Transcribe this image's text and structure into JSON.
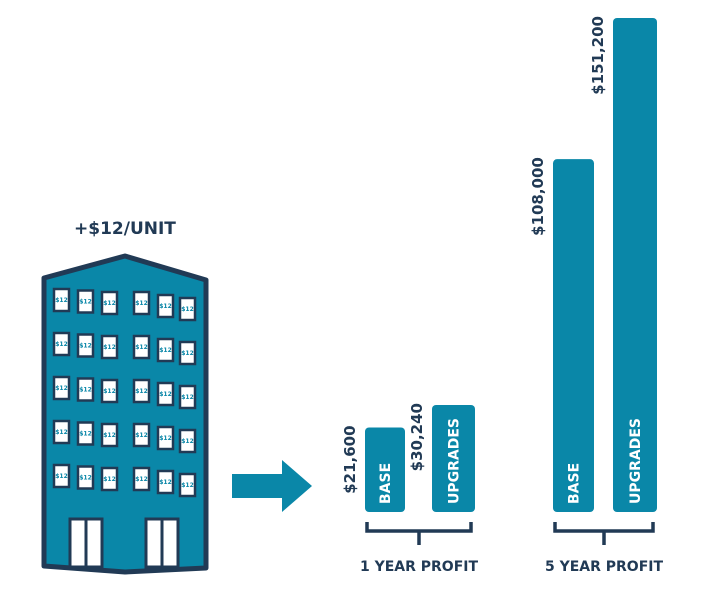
{
  "colors": {
    "bar": "#0a87a8",
    "ink": "#213a55",
    "building": "#0a87a8"
  },
  "building": {
    "unit_label": "+$12/UNIT",
    "window_label": "$12",
    "rows": 5,
    "cols_per_side": 3
  },
  "arrow_icon": "right-arrow",
  "chart_data": {
    "type": "bar",
    "title": "",
    "groups": [
      {
        "name": "1 YEAR PROFIT",
        "categories": [
          "BASE",
          "UPGRADES"
        ],
        "values": [
          21600,
          30240
        ],
        "value_labels": [
          "$21,600",
          "$30,240"
        ]
      },
      {
        "name": "5 YEAR PROFIT",
        "categories": [
          "BASE",
          "UPGRADES"
        ],
        "values": [
          108000,
          151200
        ],
        "value_labels": [
          "$108,000",
          "$151,200"
        ]
      }
    ]
  }
}
